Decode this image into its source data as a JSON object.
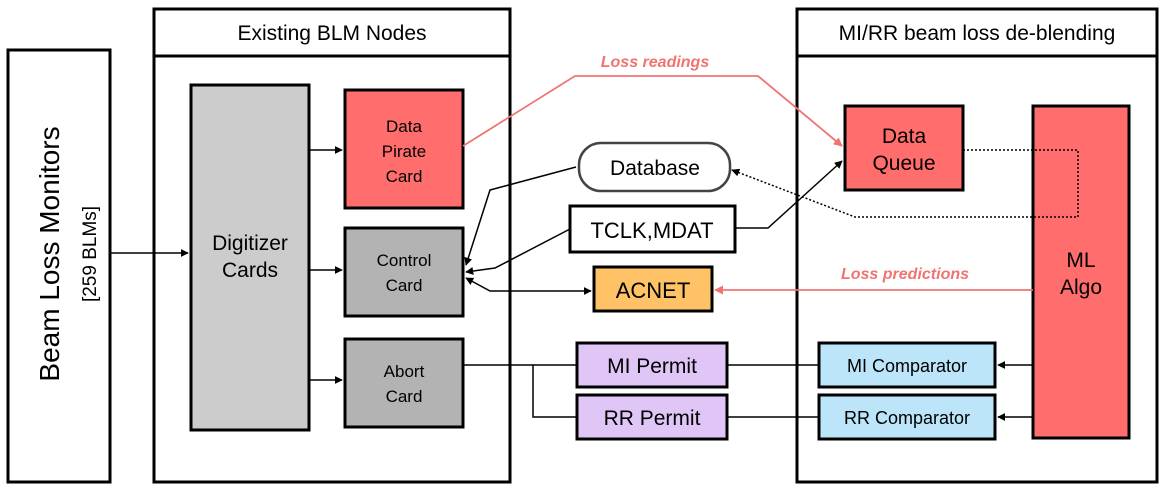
{
  "blm": {
    "title": "Beam Loss Monitors",
    "subtitle": "[259 BLMs]"
  },
  "existing_nodes": {
    "title": "Existing BLM Nodes",
    "digitizer": [
      "Digitizer",
      "Cards"
    ],
    "data_pirate": [
      "Data",
      "Pirate",
      "Card"
    ],
    "control": [
      "Control",
      "Card"
    ],
    "abort": [
      "Abort",
      "Card"
    ]
  },
  "middle": {
    "database": "Database",
    "tclk": "TCLK,MDAT",
    "acnet": "ACNET",
    "mi_permit": "MI Permit",
    "rr_permit": "RR Permit",
    "loss_readings": "Loss readings",
    "loss_predictions": "Loss predictions"
  },
  "deblending": {
    "title": "MI/RR beam loss de-blending",
    "data_queue": [
      "Data",
      "Queue"
    ],
    "ml_algo": [
      "ML",
      "Algo"
    ],
    "mi_comparator": "MI Comparator",
    "rr_comparator": "RR Comparator"
  },
  "colors": {
    "red_box": "#ff6e6c",
    "red_arrow": "#f07470",
    "gray_light": "#cccccc",
    "gray_dark": "#b3b3b3",
    "acnet_orange": "#ffc266",
    "permit_purple": "#e0c6f7",
    "comparator_blue": "#bce5f9"
  }
}
